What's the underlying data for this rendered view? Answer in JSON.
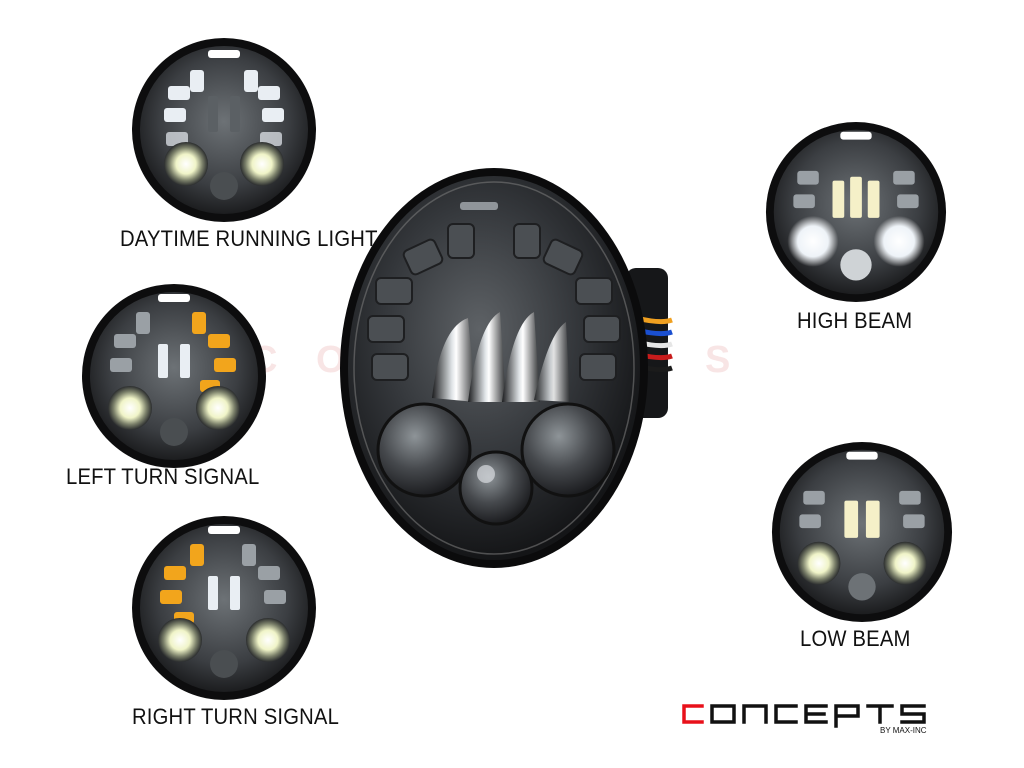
{
  "labels": {
    "drl": "DAYTIME RUNNING LIGHT",
    "left_turn": "LEFT TURN SIGNAL",
    "right_turn": "RIGHT TURN SIGNAL",
    "high_beam": "HIGH BEAM",
    "low_beam": "LOW BEAM"
  },
  "brand": {
    "logo_text": "CONCEPTS",
    "logo_sub": "BY MAX-INC",
    "watermark": "CONCEPTS BY MAX-INC"
  },
  "colors": {
    "amber": "#f2a51c",
    "white_led": "#f4f7fb",
    "logo_red": "#e8101a",
    "lamp_dark": "#2a2c2f"
  }
}
